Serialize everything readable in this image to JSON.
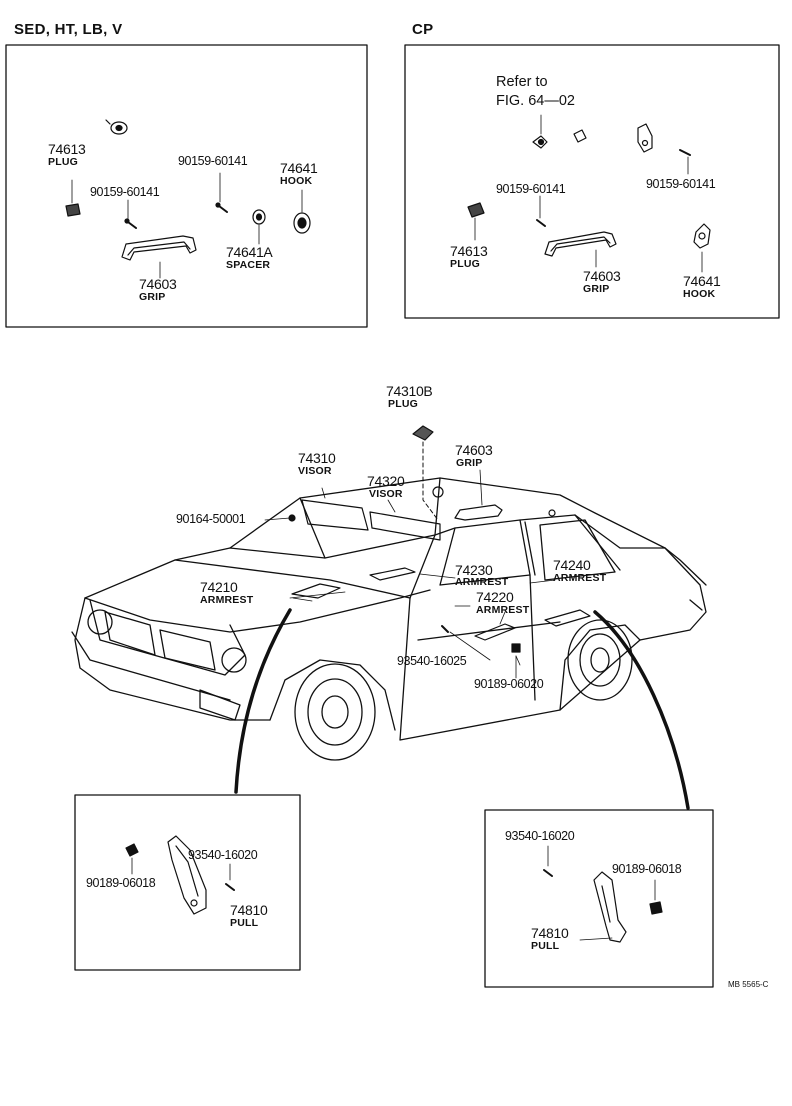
{
  "panels": {
    "sed": {
      "header": "SED, HT, LB, V"
    },
    "cp": {
      "header": "CP",
      "refer_line1": "Refer to",
      "refer_line2": "FIG. 64—02"
    },
    "left_pull": {},
    "right_pull": {}
  },
  "callouts": {
    "sed_74613_num": "74613",
    "sed_74613_lbl": "PLUG",
    "sed_90159_a": "90159-60141",
    "sed_90159_b": "90159-60141",
    "sed_74641_num": "74641",
    "sed_74641_lbl": "HOOK",
    "sed_74641a_num": "74641A",
    "sed_74641a_lbl": "SPACER",
    "sed_74603_num": "74603",
    "sed_74603_lbl": "GRIP",
    "cp_90159_a": "90159-60141",
    "cp_90159_b": "90159-60141",
    "cp_74613_num": "74613",
    "cp_74613_lbl": "PLUG",
    "cp_74603_num": "74603",
    "cp_74603_lbl": "GRIP",
    "cp_74641_num": "74641",
    "cp_74641_lbl": "HOOK",
    "car_74310b_num": "74310B",
    "car_74310b_lbl": "PLUG",
    "car_74603_num": "74603",
    "car_74603_lbl": "GRIP",
    "car_74310_num": "74310",
    "car_74310_lbl": "VISOR",
    "car_74320_num": "74320",
    "car_74320_lbl": "VISOR",
    "car_90164": "90164-50001",
    "car_74210_num": "74210",
    "car_74210_lbl": "ARMREST",
    "car_74230_num": "74230",
    "car_74230_lbl": "ARMREST",
    "car_74240_num": "74240",
    "car_74240_lbl": "ARMREST",
    "car_74220_num": "74220",
    "car_74220_lbl": "ARMREST",
    "car_93540": "93540-16025",
    "car_90189": "90189-06020",
    "lp_93540": "93540-16020",
    "lp_90189": "90189-06018",
    "lp_74810_num": "74810",
    "lp_74810_lbl": "PULL",
    "rp_93540": "93540-16020",
    "rp_90189": "90189-06018",
    "rp_74810_num": "74810",
    "rp_74810_lbl": "PULL"
  },
  "footer": {
    "code": "MB 5565-C"
  }
}
